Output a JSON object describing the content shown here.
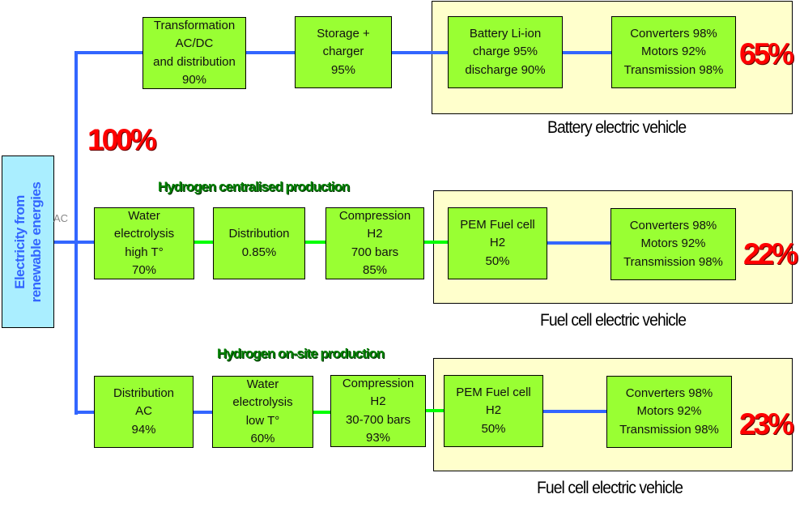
{
  "source": {
    "label_line1": "Electricity from",
    "label_line2": "renewable energies",
    "ac_fragment": "AC",
    "start_percent": "100%"
  },
  "paths": [
    {
      "id": "battery",
      "steps": [
        {
          "lines": [
            "Transformation",
            "AC/DC",
            "and distribution",
            "90%"
          ]
        },
        {
          "lines": [
            "Storage +",
            "charger",
            "95%"
          ]
        }
      ],
      "vehicle": {
        "label": "Battery electric vehicle",
        "components": [
          {
            "lines": [
              "Battery Li-ion",
              "charge 95%",
              "discharge  90%"
            ]
          },
          {
            "lines": [
              "Converters 98%",
              "Motors 92%",
              "Transmission 98%"
            ]
          }
        ],
        "overall_efficiency": "65%"
      }
    },
    {
      "id": "hydrogen-centralised",
      "section_title": "Hydrogen centralised production",
      "steps": [
        {
          "lines": [
            "Water",
            "electrolysis",
            "high T°",
            "70%"
          ]
        },
        {
          "lines": [
            "Distribution",
            "0.85%"
          ]
        },
        {
          "lines": [
            "Compression",
            "H2",
            "700 bars",
            "85%"
          ]
        }
      ],
      "vehicle": {
        "label": "Fuel cell electric vehicle",
        "components": [
          {
            "lines": [
              "PEM Fuel cell",
              "H2",
              "50%"
            ]
          },
          {
            "lines": [
              "Converters 98%",
              "Motors 92%",
              "Transmission 98%"
            ]
          }
        ],
        "overall_efficiency": "22%"
      }
    },
    {
      "id": "hydrogen-onsite",
      "section_title": "Hydrogen on-site production",
      "steps": [
        {
          "lines": [
            "Distribution",
            "AC",
            "94%"
          ]
        },
        {
          "lines": [
            "Water",
            "electrolysis",
            "low T°",
            "60%"
          ]
        },
        {
          "lines": [
            "Compression",
            "H2",
            "30-700 bars",
            "93%"
          ]
        }
      ],
      "vehicle": {
        "label": "Fuel cell electric vehicle",
        "components": [
          {
            "lines": [
              "PEM Fuel cell",
              "H2",
              "50%"
            ]
          },
          {
            "lines": [
              "Converters 98%",
              "Motors 92%",
              "Transmission 98%"
            ]
          }
        ],
        "overall_efficiency": "23%"
      }
    }
  ],
  "colors": {
    "electric_line": "#3366ff",
    "hydrogen_line": "#00ff00",
    "step_box": "#99ff33",
    "vehicle_panel": "#ffffcc",
    "source_box": "#aaeeff",
    "efficiency_text": "#ff0000",
    "section_title": "#008000"
  }
}
